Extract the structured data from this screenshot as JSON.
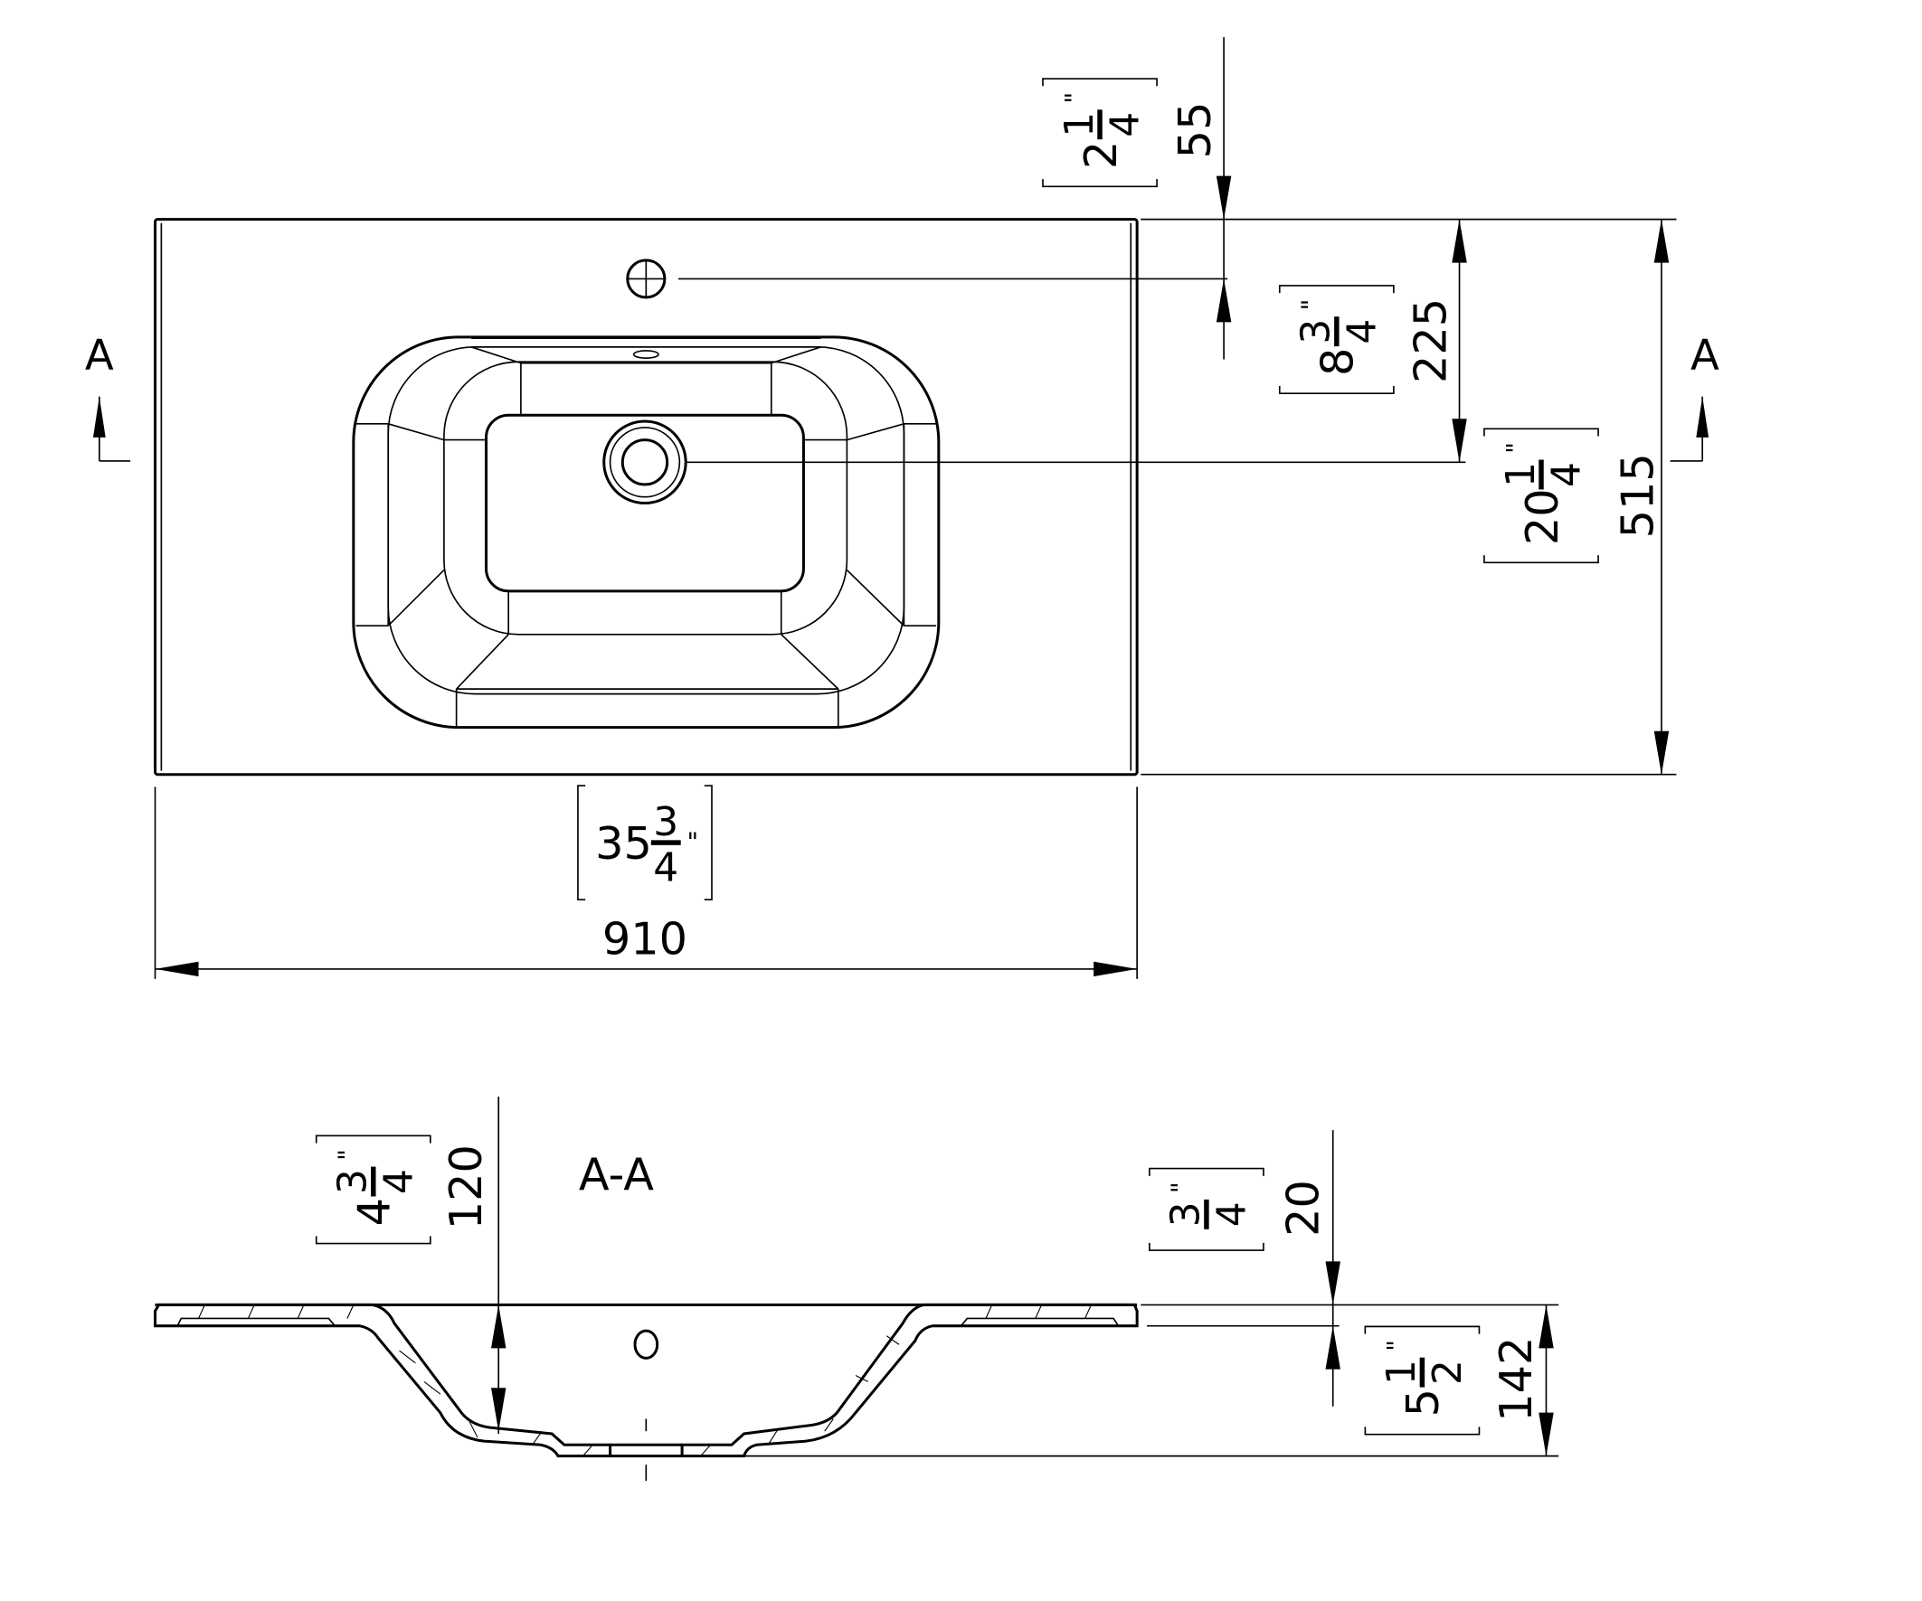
{
  "drawing": {
    "section_marker_left": "A",
    "section_marker_right": "A",
    "section_title": "A-A",
    "colors": {
      "line": "#000000",
      "background": "#ffffff"
    }
  },
  "dimensions": {
    "tap_offset": {
      "mm": "55",
      "inch_whole": "2",
      "inch_num": "1",
      "inch_den": "4",
      "inch_mark": "\""
    },
    "drain_offset": {
      "mm": "225",
      "inch_whole": "8",
      "inch_num": "3",
      "inch_den": "4",
      "inch_mark": "\""
    },
    "depth": {
      "mm": "515",
      "inch_whole": "20",
      "inch_num": "1",
      "inch_den": "4",
      "inch_mark": "\""
    },
    "width": {
      "mm": "910",
      "inch_whole": "35",
      "inch_num": "3",
      "inch_den": "4",
      "inch_mark": "\""
    },
    "bowl_depth": {
      "mm": "120",
      "inch_whole": "4",
      "inch_num": "3",
      "inch_den": "4",
      "inch_mark": "\""
    },
    "rim_thickness": {
      "mm": "20",
      "inch_whole": "",
      "inch_num": "3",
      "inch_den": "4",
      "inch_mark": "\""
    },
    "total_height": {
      "mm": "142",
      "inch_whole": "5",
      "inch_num": "1",
      "inch_den": "2",
      "inch_mark": "\""
    }
  }
}
